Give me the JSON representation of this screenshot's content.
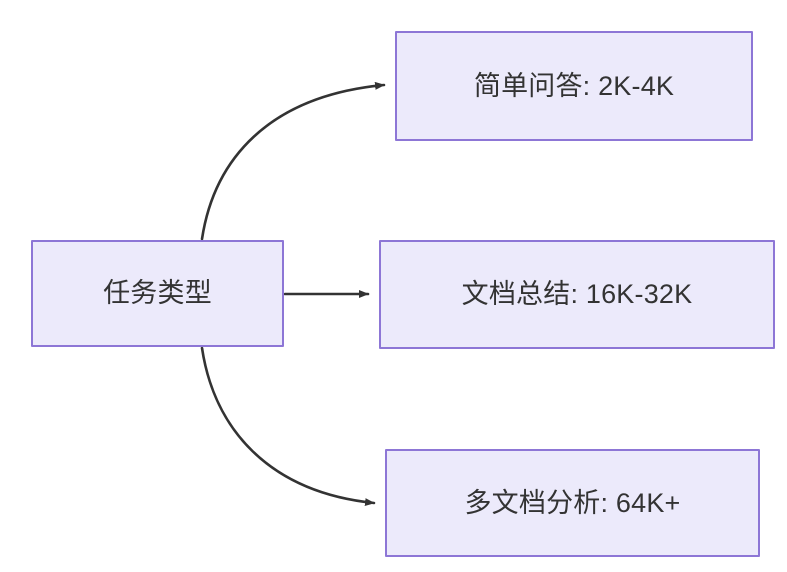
{
  "diagram": {
    "type": "flowchart",
    "direction": "left-to-right",
    "title": "",
    "background_color": "#FFFFFF",
    "node_style": {
      "fill": "#ECEAFB",
      "stroke": "#8D76D6",
      "text_color": "#333333"
    },
    "edge_style": {
      "stroke": "#333333",
      "arrowhead": "filled-triangle"
    },
    "nodes": [
      {
        "id": "root",
        "label": "任务类型",
        "role": "source"
      },
      {
        "id": "simple-qa",
        "label": "简单问答: 2K-4K",
        "role": "target"
      },
      {
        "id": "doc-summary",
        "label": "文档总结: 16K-32K",
        "role": "target"
      },
      {
        "id": "multi-doc",
        "label": "多文档分析: 64K+",
        "role": "target"
      }
    ],
    "edges": [
      {
        "from": "root",
        "to": "simple-qa",
        "label": "",
        "shape": "curved"
      },
      {
        "from": "root",
        "to": "doc-summary",
        "label": "",
        "shape": "straight"
      },
      {
        "from": "root",
        "to": "multi-doc",
        "label": "",
        "shape": "curved"
      }
    ]
  }
}
